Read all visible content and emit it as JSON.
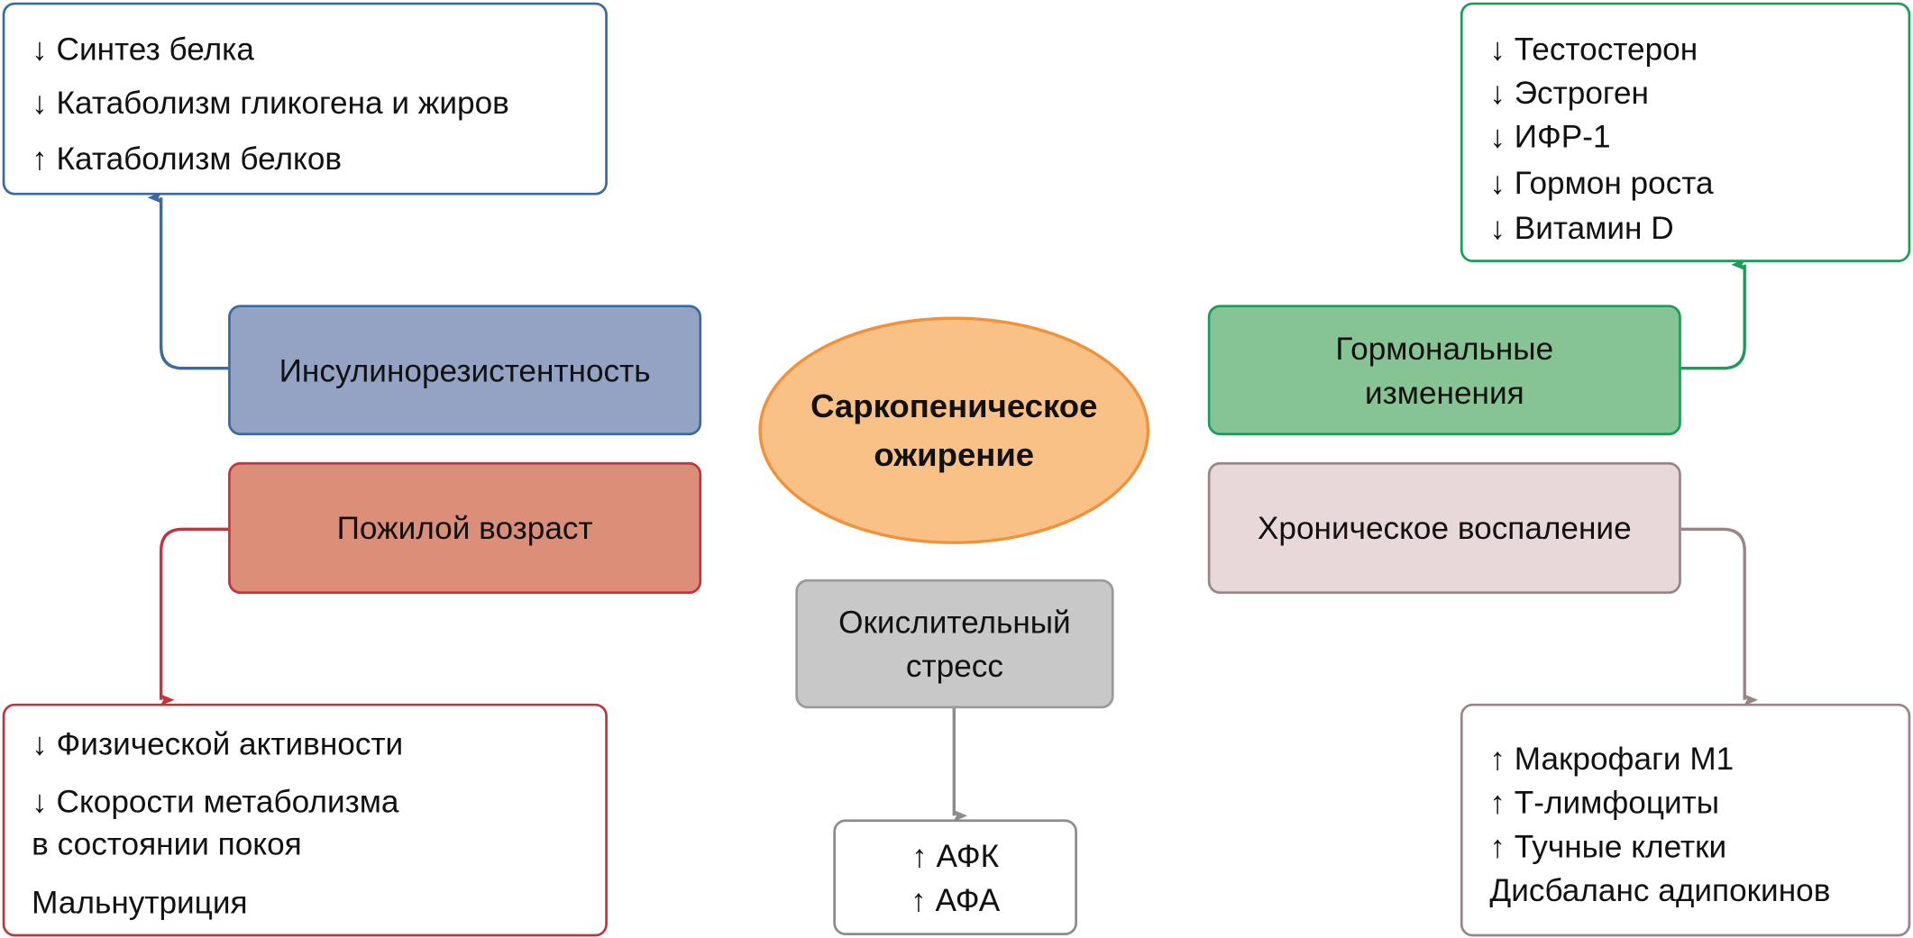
{
  "center": {
    "line1": "Саркопеническое",
    "line2": "ожирение"
  },
  "insulin": {
    "label": "Инсулинорезистентность",
    "effects": [
      "↓ Синтез белка",
      "↓ Катаболизм гликогена и жиров",
      "↑ Катаболизм белков"
    ]
  },
  "elderly": {
    "label": "Пожилой возраст",
    "effects": [
      "↓ Физической активности",
      "↓ Скорости метаболизма",
      "в состоянии покоя",
      "Мальнутриция"
    ]
  },
  "oxidative": {
    "line1": "Окислительный",
    "line2": "стресс",
    "effects": [
      "↑ АФК",
      "↑ АФА"
    ]
  },
  "hormonal": {
    "line1": "Гормональные",
    "line2": "изменения",
    "effects": [
      "↓ Тестостерон",
      "↓ Эстроген",
      "↓ ИФР-1",
      "↓ Гормон роста",
      "↓ Витамин D"
    ]
  },
  "inflammation": {
    "label": "Хроническое воспаление",
    "effects": [
      "↑ Макрофаги М1",
      "↑ Т-лимфоциты",
      "↑ Тучные клетки",
      "Дисбаланс адипокинов"
    ]
  },
  "colors": {
    "blue": "#3a6a9e",
    "red": "#c0363f",
    "green": "#1e9a5a",
    "gray": "#8c8c8c",
    "mauve": "#9a8486",
    "orange": "#f0923a"
  }
}
